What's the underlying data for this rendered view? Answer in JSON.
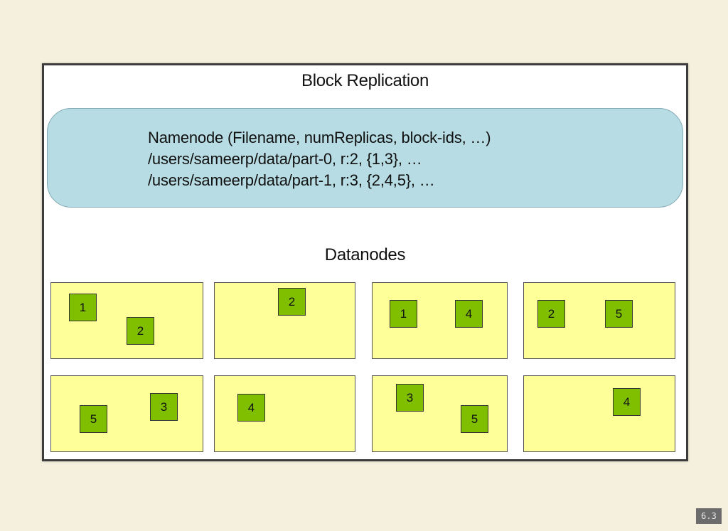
{
  "diagram": {
    "title": "Block Replication",
    "namenode": {
      "lines": [
        "Namenode (Filename, numReplicas, block-ids, …)",
        "/users/sameerp/data/part-0, r:2, {1,3}, …",
        "/users/sameerp/data/part-1, r:3, {2,4,5}, …"
      ]
    },
    "datanodes_label": "Datanodes",
    "datanodes": [
      {
        "blocks": [
          "1",
          "2"
        ]
      },
      {
        "blocks": [
          "2"
        ]
      },
      {
        "blocks": [
          "1",
          "4"
        ]
      },
      {
        "blocks": [
          "2",
          "5"
        ]
      },
      {
        "blocks": [
          "5",
          "3"
        ]
      },
      {
        "blocks": [
          "4"
        ]
      },
      {
        "blocks": [
          "3",
          "5"
        ]
      },
      {
        "blocks": [
          "4"
        ]
      }
    ]
  },
  "footer": {
    "slide_number": "6.3"
  },
  "colors": {
    "background": "#f5f0de",
    "namenode_fill": "#b7dce3",
    "datanode_fill": "#ffff99",
    "block_fill": "#7fbf00"
  }
}
